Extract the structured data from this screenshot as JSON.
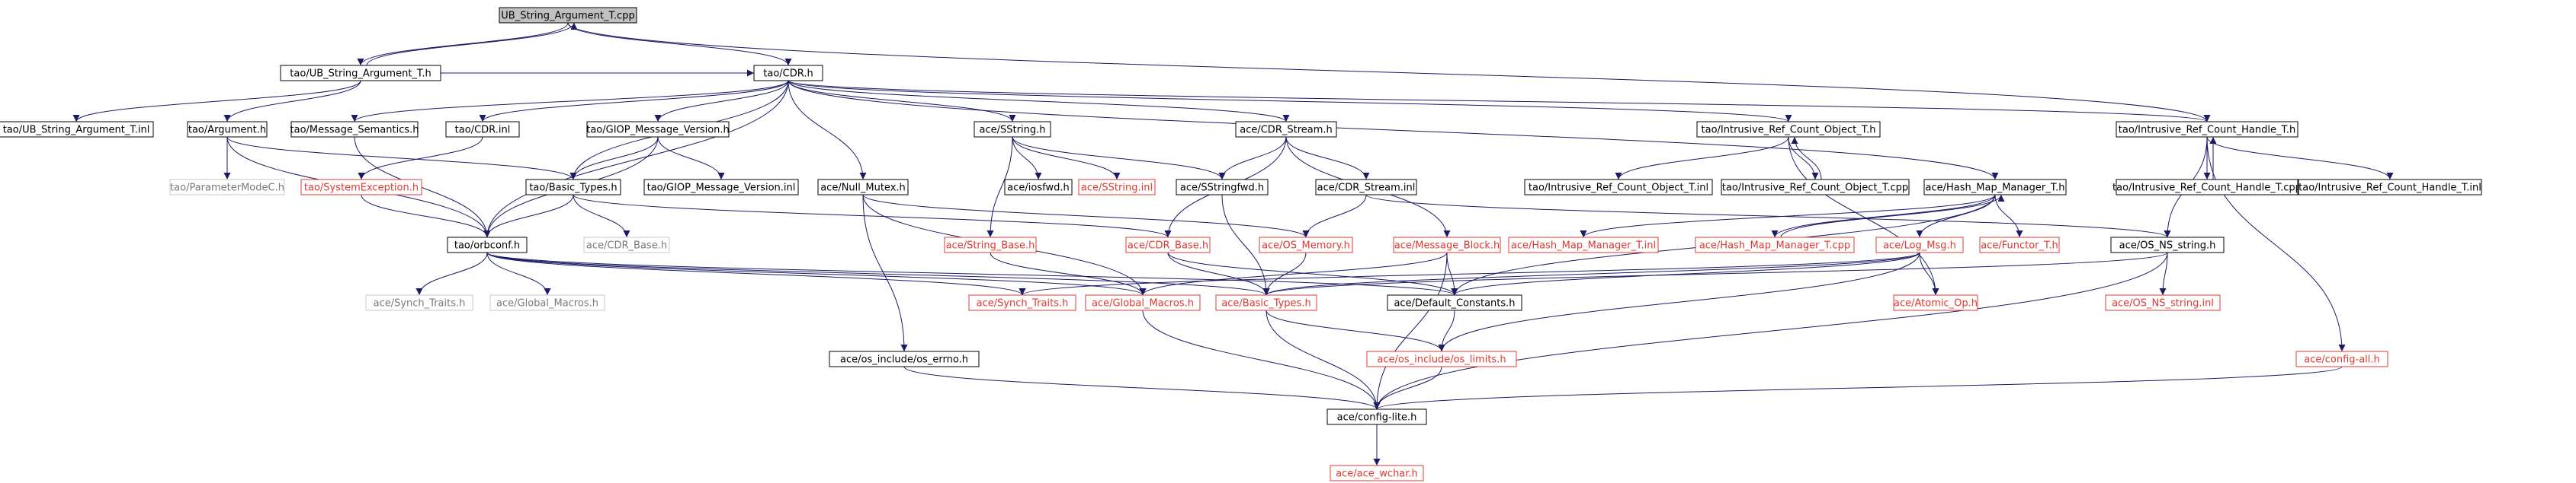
{
  "diagram": {
    "type": "include-dependency-graph",
    "colors": {
      "edge": "#1a1a66",
      "red_node": "#e0392f",
      "root_fill": "#c0c0c0",
      "grey_node": "#c8c8c8"
    },
    "nodes": [
      {
        "id": "root",
        "label": "UB_String_Argument_T.cpp",
        "style": "root"
      },
      {
        "id": "ubsa_h",
        "label": "tao/UB_String_Argument_T.h",
        "style": "normal"
      },
      {
        "id": "cdr_h",
        "label": "tao/CDR.h",
        "style": "normal"
      },
      {
        "id": "ubsa_inl",
        "label": "tao/UB_String_Argument_T.inl",
        "style": "normal"
      },
      {
        "id": "arg_h",
        "label": "tao/Argument.h",
        "style": "normal"
      },
      {
        "id": "msgsem",
        "label": "tao/Message_Semantics.h",
        "style": "normal"
      },
      {
        "id": "cdr_inl",
        "label": "tao/CDR.inl",
        "style": "normal"
      },
      {
        "id": "giop_h",
        "label": "tao/GIOP_Message_Version.h",
        "style": "normal"
      },
      {
        "id": "sstring_h",
        "label": "ace/SString.h",
        "style": "normal"
      },
      {
        "id": "cdrstream_h",
        "label": "ace/CDR_Stream.h",
        "style": "normal"
      },
      {
        "id": "irco_h",
        "label": "tao/Intrusive_Ref_Count_Object_T.h",
        "style": "normal"
      },
      {
        "id": "irch_h",
        "label": "tao/Intrusive_Ref_Count_Handle_T.h",
        "style": "normal"
      },
      {
        "id": "pmodec",
        "label": "tao/ParameterModeC.h",
        "style": "grey"
      },
      {
        "id": "sysexc",
        "label": "tao/SystemException.h",
        "style": "red"
      },
      {
        "id": "basictypes_tao",
        "label": "tao/Basic_Types.h",
        "style": "normal"
      },
      {
        "id": "giop_inl",
        "label": "tao/GIOP_Message_Version.inl",
        "style": "normal"
      },
      {
        "id": "nullmutex",
        "label": "ace/Null_Mutex.h",
        "style": "normal"
      },
      {
        "id": "iosfwd",
        "label": "ace/iosfwd.h",
        "style": "normal"
      },
      {
        "id": "sstring_inl",
        "label": "ace/SString.inl",
        "style": "red"
      },
      {
        "id": "sstringfwd",
        "label": "ace/SStringfwd.h",
        "style": "normal"
      },
      {
        "id": "cdrstream_inl",
        "label": "ace/CDR_Stream.inl",
        "style": "normal"
      },
      {
        "id": "irco_inl",
        "label": "tao/Intrusive_Ref_Count_Object_T.inl",
        "style": "normal"
      },
      {
        "id": "irco_cpp",
        "label": "tao/Intrusive_Ref_Count_Object_T.cpp",
        "style": "normal"
      },
      {
        "id": "hmm_h",
        "label": "ace/Hash_Map_Manager_T.h",
        "style": "normal"
      },
      {
        "id": "irch_cpp",
        "label": "tao/Intrusive_Ref_Count_Handle_T.cpp",
        "style": "normal"
      },
      {
        "id": "irch_inl",
        "label": "tao/Intrusive_Ref_Count_Handle_T.inl",
        "style": "normal"
      },
      {
        "id": "orbconf",
        "label": "tao/orbconf.h",
        "style": "normal"
      },
      {
        "id": "cdrbase_tao",
        "label": "ace/CDR_Base.h",
        "style": "grey"
      },
      {
        "id": "stringbase",
        "label": "ace/String_Base.h",
        "style": "red"
      },
      {
        "id": "cdrbase_ace",
        "label": "ace/CDR_Base.h",
        "style": "red"
      },
      {
        "id": "osmem",
        "label": "ace/OS_Memory.h",
        "style": "red"
      },
      {
        "id": "msgblock",
        "label": "ace/Message_Block.h",
        "style": "red"
      },
      {
        "id": "hmm_inl",
        "label": "ace/Hash_Map_Manager_T.inl",
        "style": "red"
      },
      {
        "id": "hmm_cpp",
        "label": "ace/Hash_Map_Manager_T.cpp",
        "style": "red"
      },
      {
        "id": "logmsg",
        "label": "ace/Log_Msg.h",
        "style": "red"
      },
      {
        "id": "functor",
        "label": "ace/Functor_T.h",
        "style": "red"
      },
      {
        "id": "osns_h",
        "label": "ace/OS_NS_string.h",
        "style": "normal"
      },
      {
        "id": "synch_grey",
        "label": "ace/Synch_Traits.h",
        "style": "grey"
      },
      {
        "id": "globalmacros_grey",
        "label": "ace/Global_Macros.h",
        "style": "grey"
      },
      {
        "id": "synch_red",
        "label": "ace/Synch_Traits.h",
        "style": "red"
      },
      {
        "id": "globalmacros_red",
        "label": "ace/Global_Macros.h",
        "style": "red"
      },
      {
        "id": "basictypes_ace",
        "label": "ace/Basic_Types.h",
        "style": "red"
      },
      {
        "id": "defconst",
        "label": "ace/Default_Constants.h",
        "style": "normal"
      },
      {
        "id": "atomicop",
        "label": "ace/Atomic_Op.h",
        "style": "red"
      },
      {
        "id": "osns_inl",
        "label": "ace/OS_NS_string.inl",
        "style": "red"
      },
      {
        "id": "oserrno",
        "label": "ace/os_include/os_errno.h",
        "style": "normal"
      },
      {
        "id": "oslimits",
        "label": "ace/os_include/os_limits.h",
        "style": "red"
      },
      {
        "id": "configall",
        "label": "ace/config-all.h",
        "style": "red"
      },
      {
        "id": "configlite",
        "label": "ace/config-lite.h",
        "style": "normal"
      },
      {
        "id": "acewchar",
        "label": "ace/ace_wchar.h",
        "style": "red"
      }
    ]
  }
}
